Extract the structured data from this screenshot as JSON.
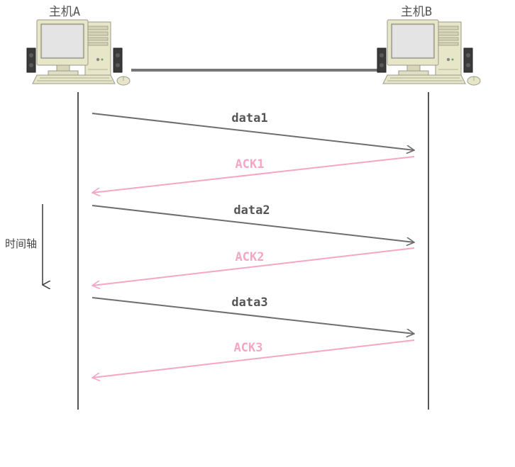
{
  "hosts": {
    "a_label": "主机A",
    "b_label": "主机B"
  },
  "time_axis_label": "时间轴",
  "messages": [
    {
      "data_label": "data1",
      "ack_label": "ACK1"
    },
    {
      "data_label": "data2",
      "ack_label": "ACK2"
    },
    {
      "data_label": "data3",
      "ack_label": "ACK3"
    }
  ],
  "colors": {
    "data_arrow": "#6e6e6e",
    "ack_arrow": "#f4a6c4",
    "data_text": "#555555",
    "ack_text": "#f4a6c4",
    "link": "#777777",
    "timeline": "#555555",
    "computer_beige": "#e8e6c8",
    "computer_screen": "#dcdcdc"
  },
  "icons": {
    "host_a": "desktop-computer-icon",
    "host_b": "desktop-computer-icon"
  }
}
